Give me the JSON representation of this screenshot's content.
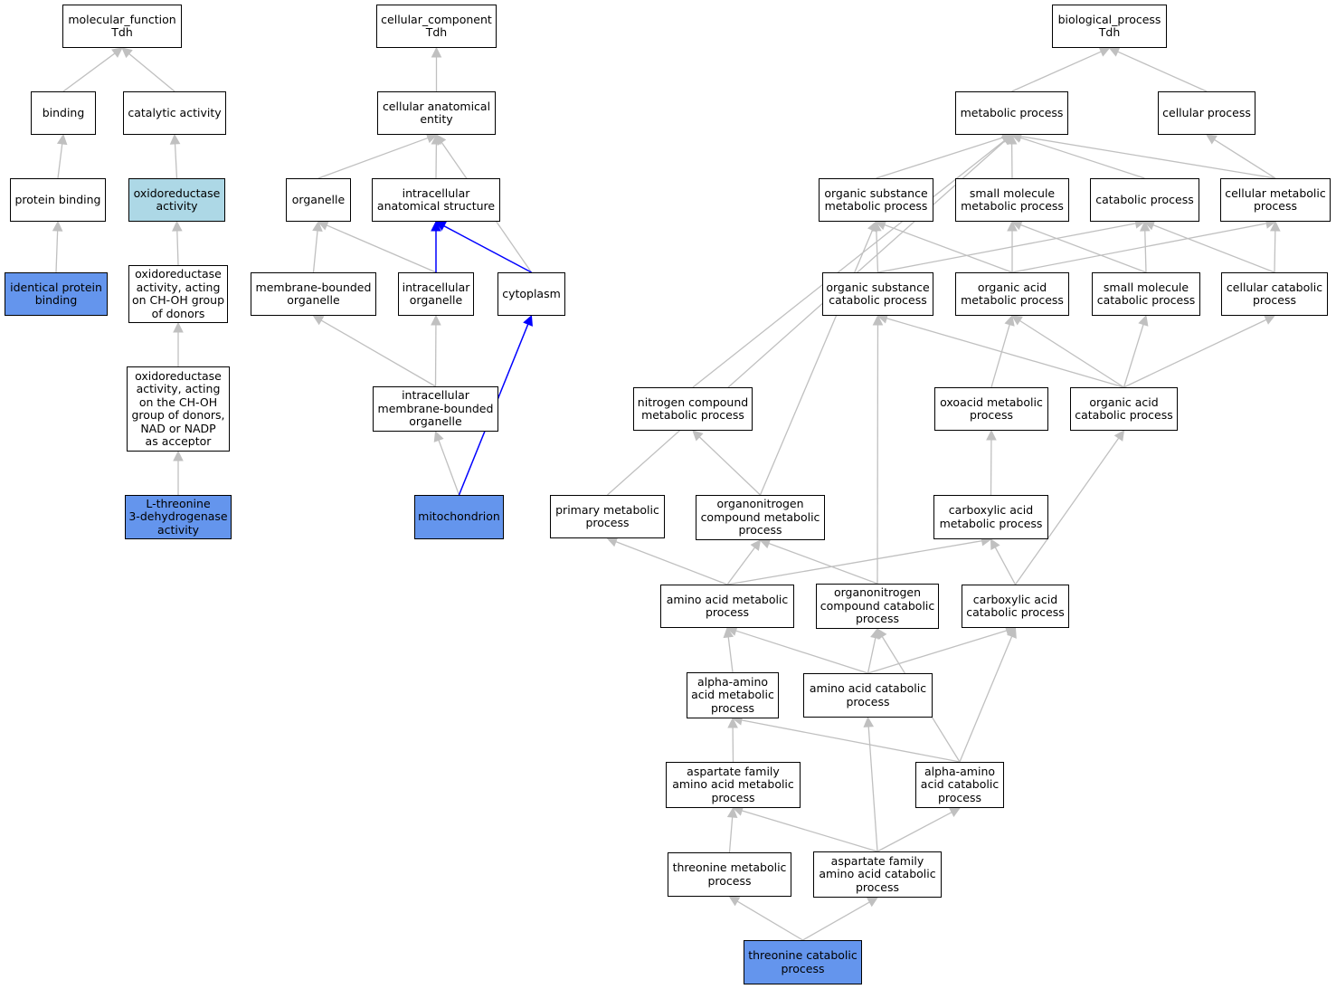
{
  "colors": {
    "edge": "#c0c0c0",
    "path": "#0000ff",
    "node_border": "#000000",
    "annotated": "#6495ed",
    "parent": "#add8e6"
  },
  "nodes": {
    "mf_root": {
      "label": "molecular_function\nTdh",
      "type": "root"
    },
    "binding": {
      "label": "binding"
    },
    "catalytic_activity": {
      "label": "catalytic activity"
    },
    "protein_binding": {
      "label": "protein binding"
    },
    "oxidoreductase_activity": {
      "label": "oxidoreductase\nactivity",
      "type": "parent"
    },
    "identical_protein_binding": {
      "label": "identical protein\nbinding",
      "type": "annotated"
    },
    "oxidoreductase_choh": {
      "label": "oxidoreductase\nactivity, acting\non CH-OH group\nof donors"
    },
    "oxidoreductase_nad": {
      "label": "oxidoreductase\nactivity, acting\non the CH-OH\ngroup of donors,\nNAD or NADP\nas acceptor"
    },
    "l_threonine_dh": {
      "label": "L-threonine\n3-dehydrogenase\nactivity",
      "type": "annotated"
    },
    "cc_root": {
      "label": "cellular_component\nTdh",
      "type": "root"
    },
    "cellular_anatomical_entity": {
      "label": "cellular anatomical\nentity"
    },
    "organelle": {
      "label": "organelle"
    },
    "intracellular_anatomical_structure": {
      "label": "intracellular\nanatomical structure"
    },
    "membrane_bounded_organelle": {
      "label": "membrane-bounded\norganelle"
    },
    "intracellular_organelle": {
      "label": "intracellular\norganelle"
    },
    "cytoplasm": {
      "label": "cytoplasm"
    },
    "intracellular_membrane_bounded_organelle": {
      "label": "intracellular\nmembrane-bounded\norganelle"
    },
    "mitochondrion": {
      "label": "mitochondrion",
      "type": "annotated"
    },
    "bp_root": {
      "label": "biological_process\nTdh",
      "type": "root"
    },
    "metabolic_process": {
      "label": "metabolic process"
    },
    "cellular_process": {
      "label": "cellular process"
    },
    "organic_substance_metabolic_process": {
      "label": "organic substance\nmetabolic process"
    },
    "small_molecule_metabolic_process": {
      "label": "small molecule\nmetabolic process"
    },
    "catabolic_process": {
      "label": "catabolic process"
    },
    "cellular_metabolic_process": {
      "label": "cellular metabolic\nprocess"
    },
    "organic_substance_catabolic_process": {
      "label": "organic substance\ncatabolic process"
    },
    "organic_acid_metabolic_process": {
      "label": "organic acid\nmetabolic process"
    },
    "small_molecule_catabolic_process": {
      "label": "small molecule\ncatabolic process"
    },
    "cellular_catabolic_process": {
      "label": "cellular catabolic\nprocess"
    },
    "nitrogen_compound_metabolic_process": {
      "label": "nitrogen compound\nmetabolic process"
    },
    "oxoacid_metabolic_process": {
      "label": "oxoacid metabolic\nprocess"
    },
    "organic_acid_catabolic_process": {
      "label": "organic acid\ncatabolic process"
    },
    "primary_metabolic_process": {
      "label": "primary metabolic\nprocess"
    },
    "organonitrogen_compound_metabolic_process": {
      "label": "organonitrogen\ncompound metabolic\nprocess"
    },
    "carboxylic_acid_metabolic_process": {
      "label": "carboxylic acid\nmetabolic process"
    },
    "amino_acid_metabolic_process": {
      "label": "amino acid metabolic\nprocess"
    },
    "organonitrogen_compound_catabolic_process": {
      "label": "organonitrogen\ncompound catabolic\nprocess"
    },
    "carboxylic_acid_catabolic_process": {
      "label": "carboxylic acid\ncatabolic process"
    },
    "alpha_amino_acid_metabolic_process": {
      "label": "alpha-amino\nacid metabolic\nprocess"
    },
    "amino_acid_catabolic_process": {
      "label": "amino acid catabolic\nprocess"
    },
    "aspartate_family_amino_acid_metabolic_process": {
      "label": "aspartate family\namino acid metabolic\nprocess"
    },
    "alpha_amino_acid_catabolic_process": {
      "label": "alpha-amino\nacid catabolic\nprocess"
    },
    "threonine_metabolic_process": {
      "label": "threonine metabolic\nprocess"
    },
    "aspartate_family_amino_acid_catabolic_process": {
      "label": "aspartate family\namino acid catabolic\nprocess"
    },
    "threonine_catabolic_process": {
      "label": "threonine catabolic\nprocess",
      "type": "annotated"
    }
  },
  "edges": [
    {
      "child": "binding",
      "parent": "mf_root"
    },
    {
      "child": "catalytic_activity",
      "parent": "mf_root"
    },
    {
      "child": "protein_binding",
      "parent": "binding"
    },
    {
      "child": "identical_protein_binding",
      "parent": "protein_binding"
    },
    {
      "child": "oxidoreductase_activity",
      "parent": "catalytic_activity"
    },
    {
      "child": "oxidoreductase_choh",
      "parent": "oxidoreductase_activity"
    },
    {
      "child": "oxidoreductase_nad",
      "parent": "oxidoreductase_choh"
    },
    {
      "child": "l_threonine_dh",
      "parent": "oxidoreductase_nad"
    },
    {
      "child": "cellular_anatomical_entity",
      "parent": "cc_root"
    },
    {
      "child": "organelle",
      "parent": "cellular_anatomical_entity"
    },
    {
      "child": "intracellular_anatomical_structure",
      "parent": "cellular_anatomical_entity"
    },
    {
      "child": "cytoplasm",
      "parent": "cellular_anatomical_entity"
    },
    {
      "child": "membrane_bounded_organelle",
      "parent": "organelle"
    },
    {
      "child": "intracellular_organelle",
      "parent": "organelle"
    },
    {
      "child": "intracellular_organelle",
      "parent": "intracellular_anatomical_structure",
      "highlight": true
    },
    {
      "child": "cytoplasm",
      "parent": "intracellular_anatomical_structure",
      "highlight": true
    },
    {
      "child": "intracellular_membrane_bounded_organelle",
      "parent": "membrane_bounded_organelle"
    },
    {
      "child": "intracellular_membrane_bounded_organelle",
      "parent": "intracellular_organelle"
    },
    {
      "child": "mitochondrion",
      "parent": "intracellular_membrane_bounded_organelle"
    },
    {
      "child": "mitochondrion",
      "parent": "cytoplasm",
      "highlight": true
    },
    {
      "child": "metabolic_process",
      "parent": "bp_root"
    },
    {
      "child": "cellular_process",
      "parent": "bp_root"
    },
    {
      "child": "cellular_metabolic_process",
      "parent": "cellular_process"
    },
    {
      "child": "organic_substance_metabolic_process",
      "parent": "metabolic_process"
    },
    {
      "child": "small_molecule_metabolic_process",
      "parent": "metabolic_process"
    },
    {
      "child": "catabolic_process",
      "parent": "metabolic_process"
    },
    {
      "child": "cellular_metabolic_process",
      "parent": "metabolic_process"
    },
    {
      "child": "nitrogen_compound_metabolic_process",
      "parent": "metabolic_process"
    },
    {
      "child": "primary_metabolic_process",
      "parent": "metabolic_process"
    },
    {
      "child": "organic_substance_catabolic_process",
      "parent": "organic_substance_metabolic_process"
    },
    {
      "child": "organic_substance_catabolic_process",
      "parent": "catabolic_process"
    },
    {
      "child": "organic_acid_metabolic_process",
      "parent": "organic_substance_metabolic_process"
    },
    {
      "child": "organic_acid_metabolic_process",
      "parent": "small_molecule_metabolic_process"
    },
    {
      "child": "organic_acid_metabolic_process",
      "parent": "cellular_metabolic_process"
    },
    {
      "child": "small_molecule_catabolic_process",
      "parent": "small_molecule_metabolic_process"
    },
    {
      "child": "small_molecule_catabolic_process",
      "parent": "catabolic_process"
    },
    {
      "child": "cellular_catabolic_process",
      "parent": "catabolic_process"
    },
    {
      "child": "cellular_catabolic_process",
      "parent": "cellular_metabolic_process"
    },
    {
      "child": "oxoacid_metabolic_process",
      "parent": "organic_acid_metabolic_process"
    },
    {
      "child": "organic_acid_catabolic_process",
      "parent": "organic_substance_catabolic_process"
    },
    {
      "child": "organic_acid_catabolic_process",
      "parent": "organic_acid_metabolic_process"
    },
    {
      "child": "organic_acid_catabolic_process",
      "parent": "small_molecule_catabolic_process"
    },
    {
      "child": "organic_acid_catabolic_process",
      "parent": "cellular_catabolic_process"
    },
    {
      "child": "organonitrogen_compound_metabolic_process",
      "parent": "nitrogen_compound_metabolic_process"
    },
    {
      "child": "organonitrogen_compound_metabolic_process",
      "parent": "organic_substance_metabolic_process"
    },
    {
      "child": "carboxylic_acid_metabolic_process",
      "parent": "oxoacid_metabolic_process"
    },
    {
      "child": "amino_acid_metabolic_process",
      "parent": "primary_metabolic_process"
    },
    {
      "child": "amino_acid_metabolic_process",
      "parent": "organonitrogen_compound_metabolic_process"
    },
    {
      "child": "amino_acid_metabolic_process",
      "parent": "carboxylic_acid_metabolic_process"
    },
    {
      "child": "organonitrogen_compound_catabolic_process",
      "parent": "organonitrogen_compound_metabolic_process"
    },
    {
      "child": "organonitrogen_compound_catabolic_process",
      "parent": "organic_substance_catabolic_process"
    },
    {
      "child": "carboxylic_acid_catabolic_process",
      "parent": "carboxylic_acid_metabolic_process"
    },
    {
      "child": "carboxylic_acid_catabolic_process",
      "parent": "organic_acid_catabolic_process"
    },
    {
      "child": "alpha_amino_acid_metabolic_process",
      "parent": "amino_acid_metabolic_process"
    },
    {
      "child": "amino_acid_catabolic_process",
      "parent": "amino_acid_metabolic_process"
    },
    {
      "child": "amino_acid_catabolic_process",
      "parent": "organonitrogen_compound_catabolic_process"
    },
    {
      "child": "amino_acid_catabolic_process",
      "parent": "carboxylic_acid_catabolic_process"
    },
    {
      "child": "aspartate_family_amino_acid_metabolic_process",
      "parent": "alpha_amino_acid_metabolic_process"
    },
    {
      "child": "alpha_amino_acid_catabolic_process",
      "parent": "alpha_amino_acid_metabolic_process"
    },
    {
      "child": "alpha_amino_acid_catabolic_process",
      "parent": "organonitrogen_compound_catabolic_process"
    },
    {
      "child": "alpha_amino_acid_catabolic_process",
      "parent": "carboxylic_acid_catabolic_process"
    },
    {
      "child": "threonine_metabolic_process",
      "parent": "aspartate_family_amino_acid_metabolic_process"
    },
    {
      "child": "aspartate_family_amino_acid_catabolic_process",
      "parent": "aspartate_family_amino_acid_metabolic_process"
    },
    {
      "child": "aspartate_family_amino_acid_catabolic_process",
      "parent": "alpha_amino_acid_catabolic_process"
    },
    {
      "child": "aspartate_family_amino_acid_catabolic_process",
      "parent": "amino_acid_catabolic_process"
    },
    {
      "child": "threonine_catabolic_process",
      "parent": "threonine_metabolic_process"
    },
    {
      "child": "threonine_catabolic_process",
      "parent": "aspartate_family_amino_acid_catabolic_process"
    }
  ]
}
